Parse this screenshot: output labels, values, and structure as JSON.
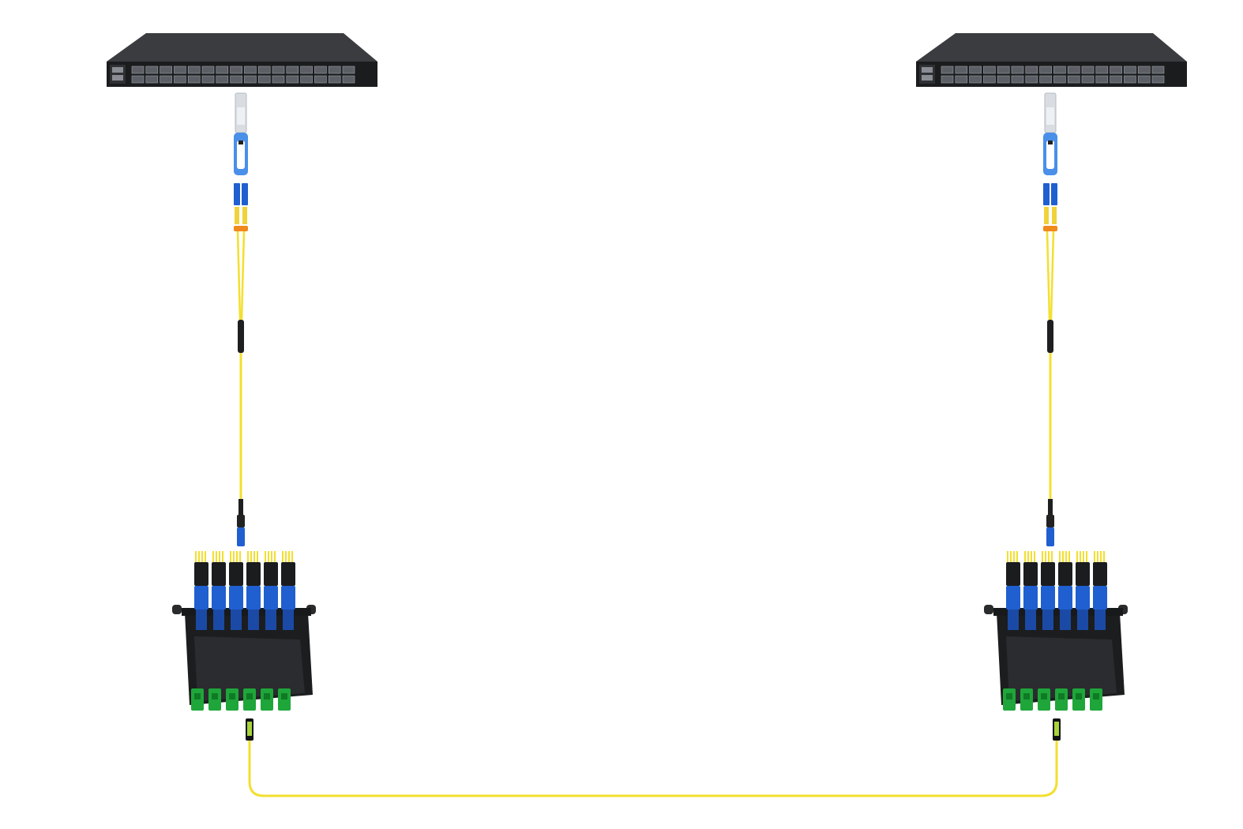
{
  "diagram": {
    "sides": [
      "left",
      "right"
    ],
    "transceiver_logo_text": "",
    "colors": {
      "switch_body": "#2b2d30",
      "switch_face": "#1b1c1e",
      "port": "#5c6066",
      "fiber_yellow": "#f3df2e",
      "connector_blue": "#1f5fd0",
      "adapter_green": "#1fa63a",
      "mpo_green": "#a8d43a",
      "cassette_black": "#1c1d1f",
      "transceiver_gray": "#d9dde2",
      "latch_blue": "#4a8fe8",
      "boot_orange": "#f08a1c"
    },
    "switch": {
      "ports_per_row": 16
    },
    "cassette": {
      "lc_adapters": 6,
      "fibers_per_adapter": 4
    },
    "trunk": {
      "type": "MPO trunk cable"
    }
  }
}
